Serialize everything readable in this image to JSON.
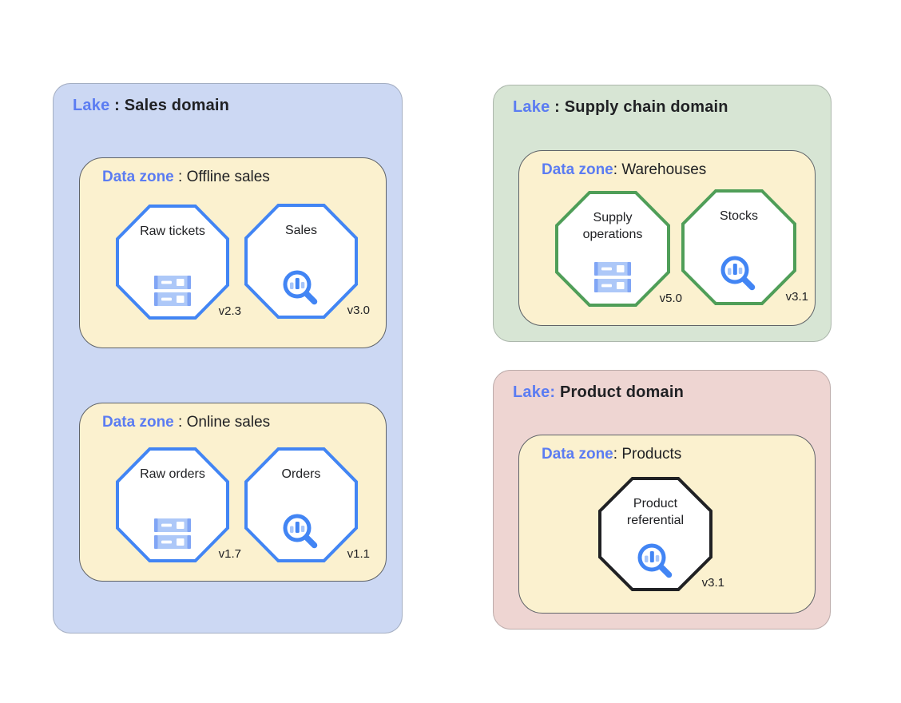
{
  "colors": {
    "sales_lake_bg": "#ccd8f3",
    "supply_lake_bg": "#d7e5d4",
    "product_lake_bg": "#eed5d2",
    "zone_bg": "#fbf1cf",
    "zone_border": "#5f6368",
    "label_blue": "#5b7cf2",
    "octagon_blue": "#4285f4",
    "octagon_green": "#4f9e58",
    "octagon_black": "#202124",
    "icon_light_blue": "#adc8f8",
    "icon_mid_blue": "#80a5f5"
  },
  "lakes": [
    {
      "title": {
        "prefix": "Lake",
        "separator": " : ",
        "name": "Sales domain"
      },
      "zones": [
        {
          "title": {
            "prefix": "Data zone",
            "separator": " : ",
            "name": "Offline sales"
          },
          "assets": [
            {
              "name": "Raw tickets",
              "version": "v2.3",
              "icon": "storage-icon"
            },
            {
              "name": "Sales",
              "version": "v3.0",
              "icon": "search-analytics-icon"
            }
          ]
        },
        {
          "title": {
            "prefix": "Data zone",
            "separator": " : ",
            "name": "Online sales"
          },
          "assets": [
            {
              "name": "Raw orders",
              "version": "v1.7",
              "icon": "storage-icon"
            },
            {
              "name": "Orders",
              "version": "v1.1",
              "icon": "search-analytics-icon"
            }
          ]
        }
      ]
    },
    {
      "title": {
        "prefix": "Lake",
        "separator": " : ",
        "name": "Supply chain domain"
      },
      "zones": [
        {
          "title": {
            "prefix": "Data zone",
            "separator": ": ",
            "name": "Warehouses"
          },
          "assets": [
            {
              "name": "Supply operations",
              "version": "v5.0",
              "icon": "storage-icon"
            },
            {
              "name": "Stocks",
              "version": "v3.1",
              "icon": "search-analytics-icon"
            }
          ]
        }
      ]
    },
    {
      "title": {
        "prefix": "Lake:",
        "separator": " ",
        "name": "Product domain"
      },
      "zones": [
        {
          "title": {
            "prefix": "Data zone",
            "separator": ": ",
            "name": "Products"
          },
          "assets": [
            {
              "name": "Product referential",
              "version": "v3.1",
              "icon": "search-analytics-icon"
            }
          ]
        }
      ]
    }
  ]
}
